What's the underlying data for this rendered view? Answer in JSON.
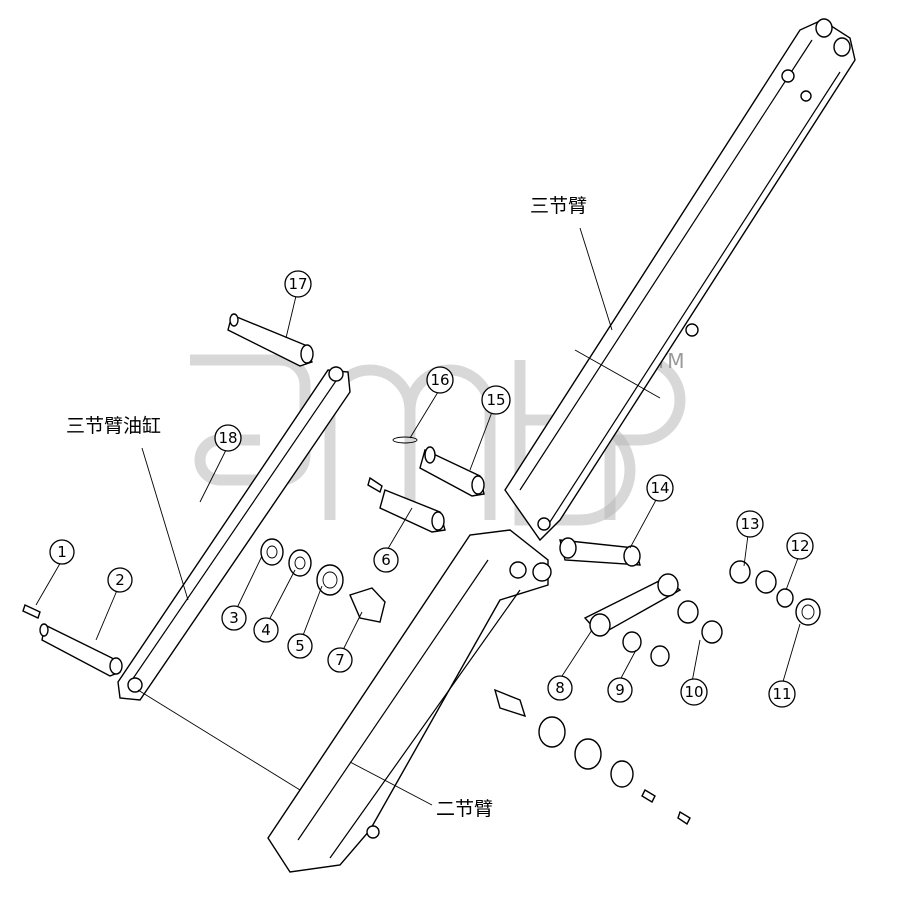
{
  "labels": {
    "third_arm": "三节臂",
    "third_arm_cylinder": "三节臂油缸",
    "second_arm": "二节臂"
  },
  "callouts": [
    "1",
    "2",
    "3",
    "4",
    "5",
    "6",
    "7",
    "8",
    "9",
    "10",
    "11",
    "12",
    "13",
    "14",
    "15",
    "16",
    "17",
    "18"
  ],
  "watermark": {
    "text": "TM"
  },
  "colors": {
    "line": "#000000",
    "background": "#ffffff",
    "watermark": "#b8b8b8"
  }
}
